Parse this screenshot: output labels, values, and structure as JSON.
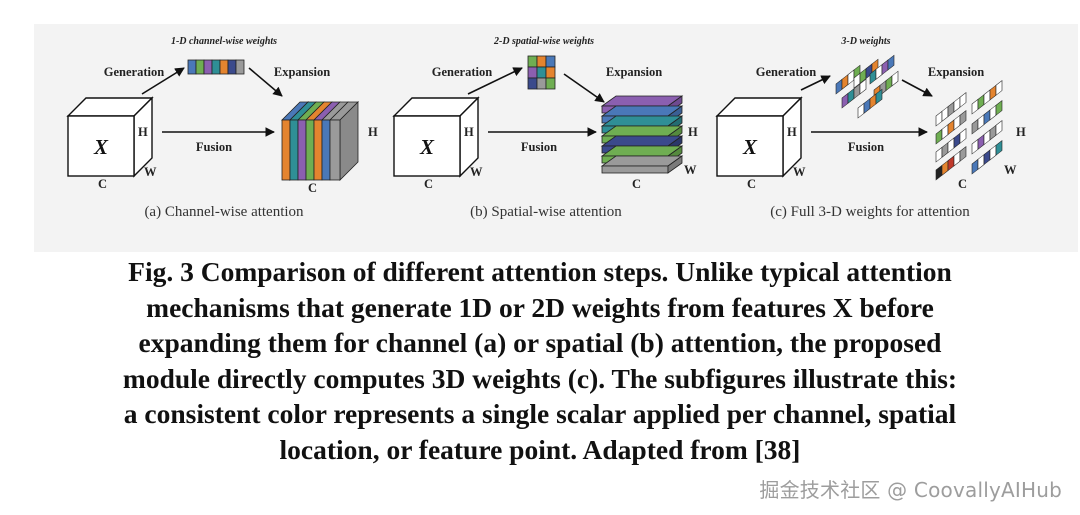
{
  "figure": {
    "panels": [
      {
        "top_label": "1-D channel-wise weights",
        "generation_label": "Generation",
        "expansion_label": "Expansion",
        "fusion_label": "Fusion",
        "cube_symbol": "X",
        "dim_h": "H",
        "dim_w": "W",
        "dim_c": "C",
        "caption": "(a) Channel-wise attention"
      },
      {
        "top_label": "2-D spatial-wise weights",
        "generation_label": "Generation",
        "expansion_label": "Expansion",
        "fusion_label": "Fusion",
        "cube_symbol": "X",
        "dim_h": "H",
        "dim_w": "W",
        "dim_c": "C",
        "caption": "(b) Spatial-wise attention"
      },
      {
        "top_label": "3-D weights",
        "generation_label": "Generation",
        "expansion_label": "Expansion",
        "fusion_label": "Fusion",
        "cube_symbol": "X",
        "dim_h": "H",
        "dim_w": "W",
        "dim_c": "C",
        "caption": "(c) Full 3-D weights for attention"
      }
    ],
    "colors": [
      "#4a78b8",
      "#6fae52",
      "#8b5fb0",
      "#e4842f",
      "#2f8f96",
      "#9a9a9a",
      "#3b4a8c"
    ]
  },
  "caption": {
    "lines": [
      "Fig. 3 Comparison of different attention steps. Unlike typical attention",
      "mechanisms that generate 1D or 2D weights from features X before",
      "expanding them for channel (a) or spatial (b) attention, the proposed",
      "module directly computes 3D weights (c). The subfigures illustrate this:",
      "a consistent color represents a single scalar applied per channel, spatial",
      "location, or feature point. Adapted from [38]"
    ]
  },
  "watermark": "掘金技术社区 @ CoovallyAIHub"
}
